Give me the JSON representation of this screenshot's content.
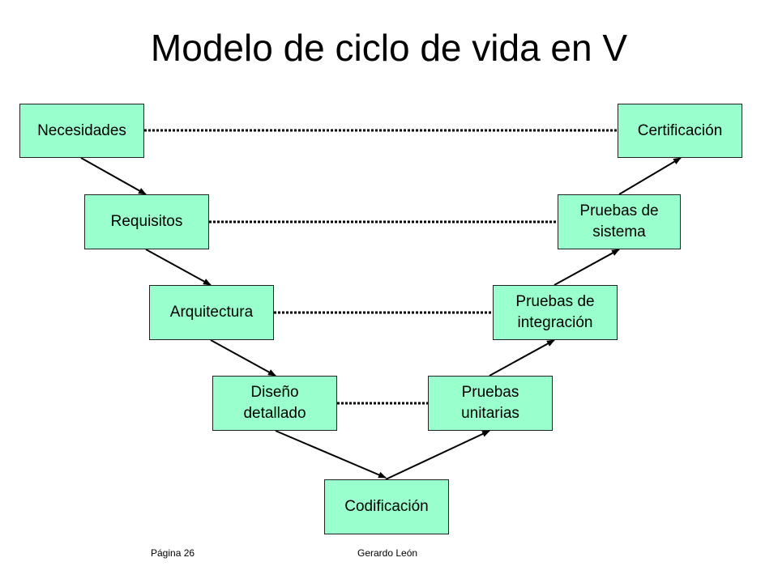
{
  "title": "Modelo de ciclo de vida en V",
  "box_fill": "#99ffcc",
  "box_border": "#222222",
  "line_color": "#000000",
  "stages": {
    "necesidades": "Necesidades",
    "requisitos": "Requisitos",
    "arquitectura": "Arquitectura",
    "diseno_detallado": "Diseño\ndetallado",
    "codificacion": "Codificación",
    "pruebas_unitarias": "Pruebas\nunitarias",
    "pruebas_integracion": "Pruebas de\nintegración",
    "pruebas_sistema": "Pruebas de\nsistema",
    "certificacion": "Certificación"
  },
  "footer": {
    "page": "Página 26",
    "author": "Gerardo León"
  }
}
